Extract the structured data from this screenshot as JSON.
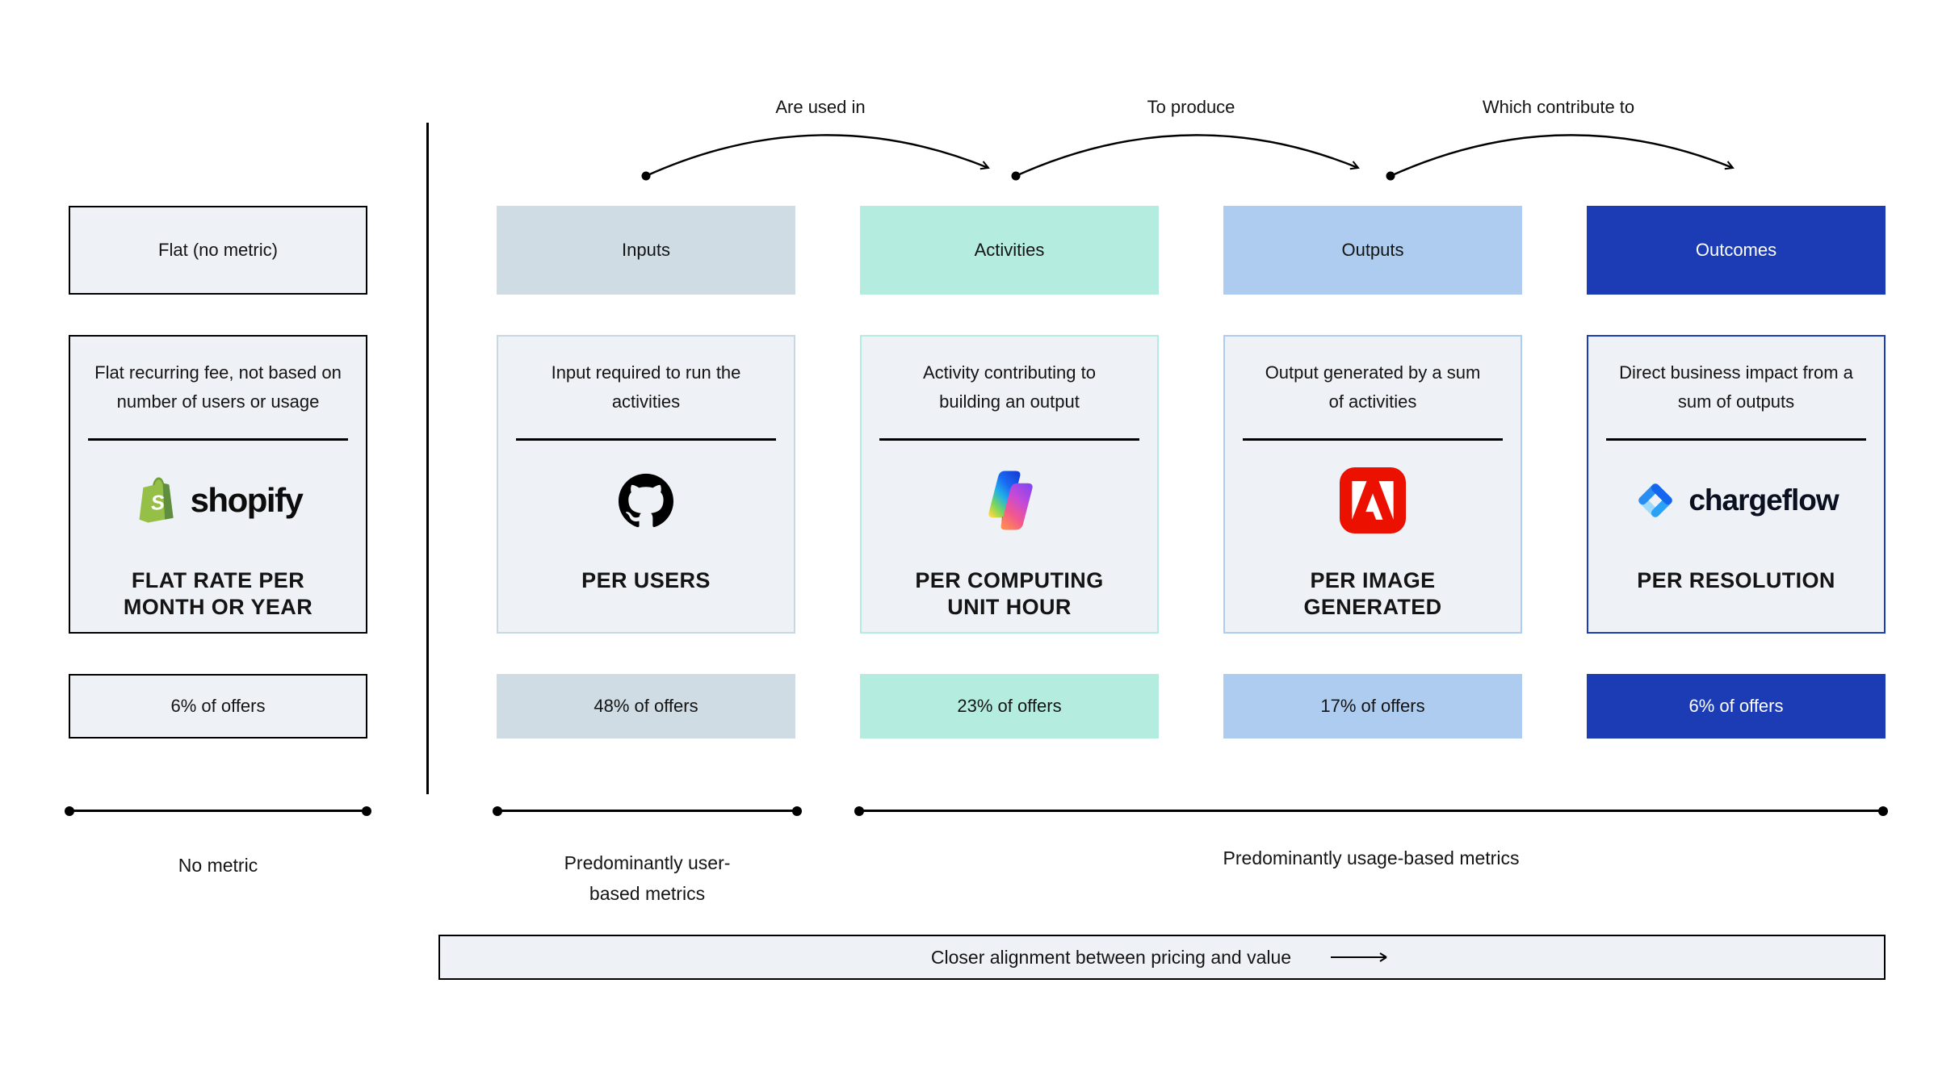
{
  "arrows": [
    {
      "label": "Are used in"
    },
    {
      "label": "To produce"
    },
    {
      "label": "Which contribute to"
    }
  ],
  "flat_column": {
    "header": "Flat (no metric)",
    "description": "Flat recurring fee, not based on number of users or usage",
    "logo": "shopify-logo",
    "logo_wordmark": "shopify",
    "metric": "FLAT RATE PER MONTH OR YEAR",
    "share": "6% of offers"
  },
  "columns": [
    {
      "header": "Inputs",
      "description": "Input required to run the activities",
      "logo": "github-logo",
      "metric": "PER USERS",
      "share": "48% of offers"
    },
    {
      "header": "Activities",
      "description": "Activity contributing to building an output",
      "logo": "microsoft-copilot-logo",
      "metric": "PER COMPUTING UNIT HOUR",
      "share": "23% of offers"
    },
    {
      "header": "Outputs",
      "description": "Output generated by a sum of activities",
      "logo": "adobe-firefly-logo",
      "metric": "PER IMAGE GENERATED",
      "share": "17% of offers"
    },
    {
      "header": "Outcomes",
      "description": "Direct business impact from a sum of outputs",
      "logo": "chargeflow-logo",
      "logo_wordmark": "chargeflow",
      "metric": "PER RESOLUTION",
      "share": "6% of offers"
    }
  ],
  "axes": [
    {
      "label": "No metric"
    },
    {
      "label": "Predominantly user-based metrics"
    },
    {
      "label": "Predominantly usage-based metrics"
    }
  ],
  "footer_bar": {
    "label": "Closer alignment between pricing and value"
  },
  "colors": {
    "card_bg": "#eef1f5",
    "inputs": "#cfdce4",
    "activities": "#b4ece0",
    "outputs": "#adccef",
    "outcomes": "#1b3cb4",
    "line": "#000000"
  }
}
